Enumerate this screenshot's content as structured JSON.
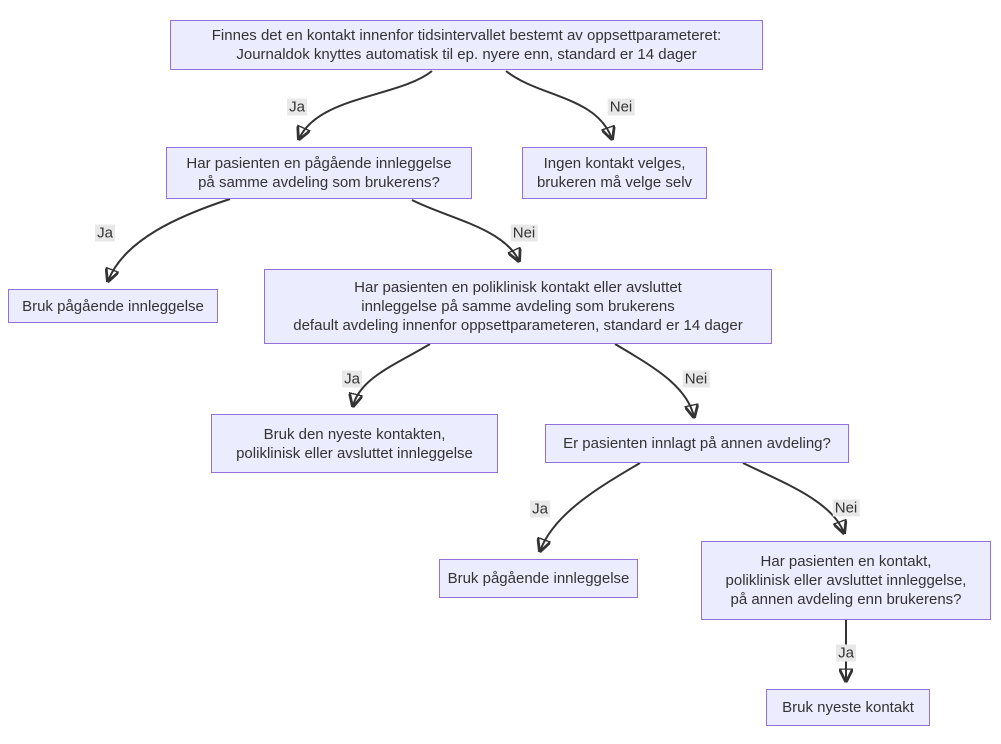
{
  "diagram": {
    "type": "flowchart",
    "language": "Norwegian",
    "colors": {
      "background": "#ffffff",
      "node_fill": "#ECECFF",
      "node_border": "#9370DB",
      "edge_color": "#333333",
      "edge_label_bg": "#e8e8e8",
      "text_color": "#333333"
    },
    "nodes": {
      "root_question": {
        "lines": [
          "Finnes det en kontakt innenfor tidsintervallet bestemt av oppsettparameteret:",
          "Journaldok knyttes automatisk til ep. nyere enn, standard er 14 dager"
        ]
      },
      "ongoing_admission_same_dept": {
        "lines": [
          "Har pasienten en pågående innleggelse",
          "på samme avdeling som brukerens?"
        ]
      },
      "no_contact_selected": {
        "lines": [
          "Ingen kontakt velges,",
          "brukeren må velge selv"
        ]
      },
      "use_ongoing_admission_1": {
        "lines": [
          "Bruk pågående innleggelse"
        ]
      },
      "outpatient_or_ended_same_dept": {
        "lines": [
          "Har pasienten en poliklinisk kontakt eller avsluttet",
          "innleggelse på samme avdeling som brukerens",
          "default avdeling innenfor oppsettparameteren, standard er 14 dager"
        ]
      },
      "use_newest_contact_outpatient": {
        "lines": [
          "Bruk den nyeste kontakten,",
          "poliklinisk eller avsluttet innleggelse"
        ]
      },
      "admitted_other_dept": {
        "lines": [
          "Er pasienten innlagt på annen avdeling?"
        ]
      },
      "use_ongoing_admission_2": {
        "lines": [
          "Bruk pågående innleggelse"
        ]
      },
      "contact_other_dept": {
        "lines": [
          "Har pasienten en kontakt,",
          "poliklinisk eller avsluttet innleggelse,",
          "på annen avdeling enn brukerens?"
        ]
      },
      "use_newest_contact": {
        "lines": [
          "Bruk nyeste kontakt"
        ]
      }
    },
    "edge_labels": {
      "yes_1": "Ja",
      "no_1": "Nei",
      "yes_2": "Ja",
      "no_2": "Nei",
      "yes_3": "Ja",
      "no_3": "Nei",
      "yes_4": "Ja",
      "no_4": "Nei",
      "yes_5": "Ja"
    }
  }
}
